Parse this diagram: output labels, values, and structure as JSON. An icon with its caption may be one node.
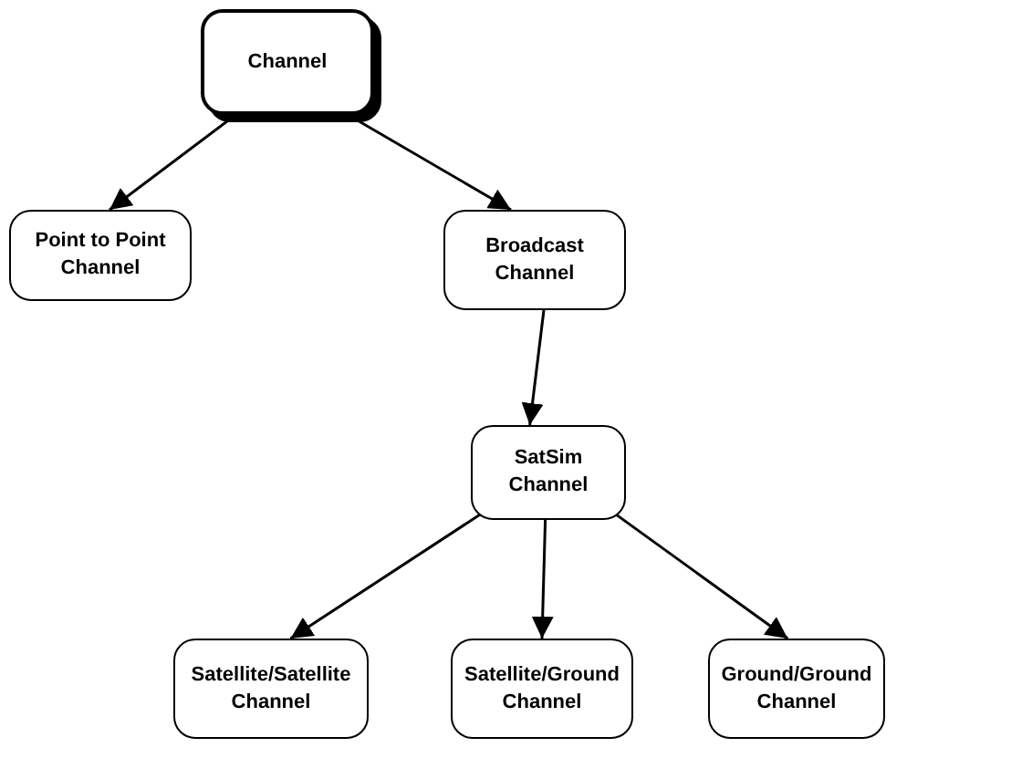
{
  "diagram": {
    "nodes": [
      {
        "text": [
          "Channel"
        ]
      },
      {
        "text": [
          "Point to Point Channel"
        ]
      },
      {
        "text": [
          "Broadcast Channel"
        ]
      },
      {
        "text": [
          "SatSim Channel"
        ]
      },
      {
        "text": [
          "Satellite/Satellite Channel"
        ]
      },
      {
        "text": [
          "Satellite/Ground Channel"
        ]
      },
      {
        "text": [
          "Ground/Ground Channel"
        ]
      }
    ],
    "edges": [
      {
        "from": 0,
        "to": 1,
        "arrow": "to"
      },
      {
        "from": 0,
        "to": 2,
        "arrow": "to"
      },
      {
        "from": 2,
        "to": 3,
        "arrow": "to"
      },
      {
        "from": 3,
        "to": 4,
        "arrow": "to"
      },
      {
        "from": 3,
        "to": 5,
        "arrow": "to"
      },
      {
        "from": 3,
        "to": 6,
        "arrow": "to"
      }
    ]
  }
}
